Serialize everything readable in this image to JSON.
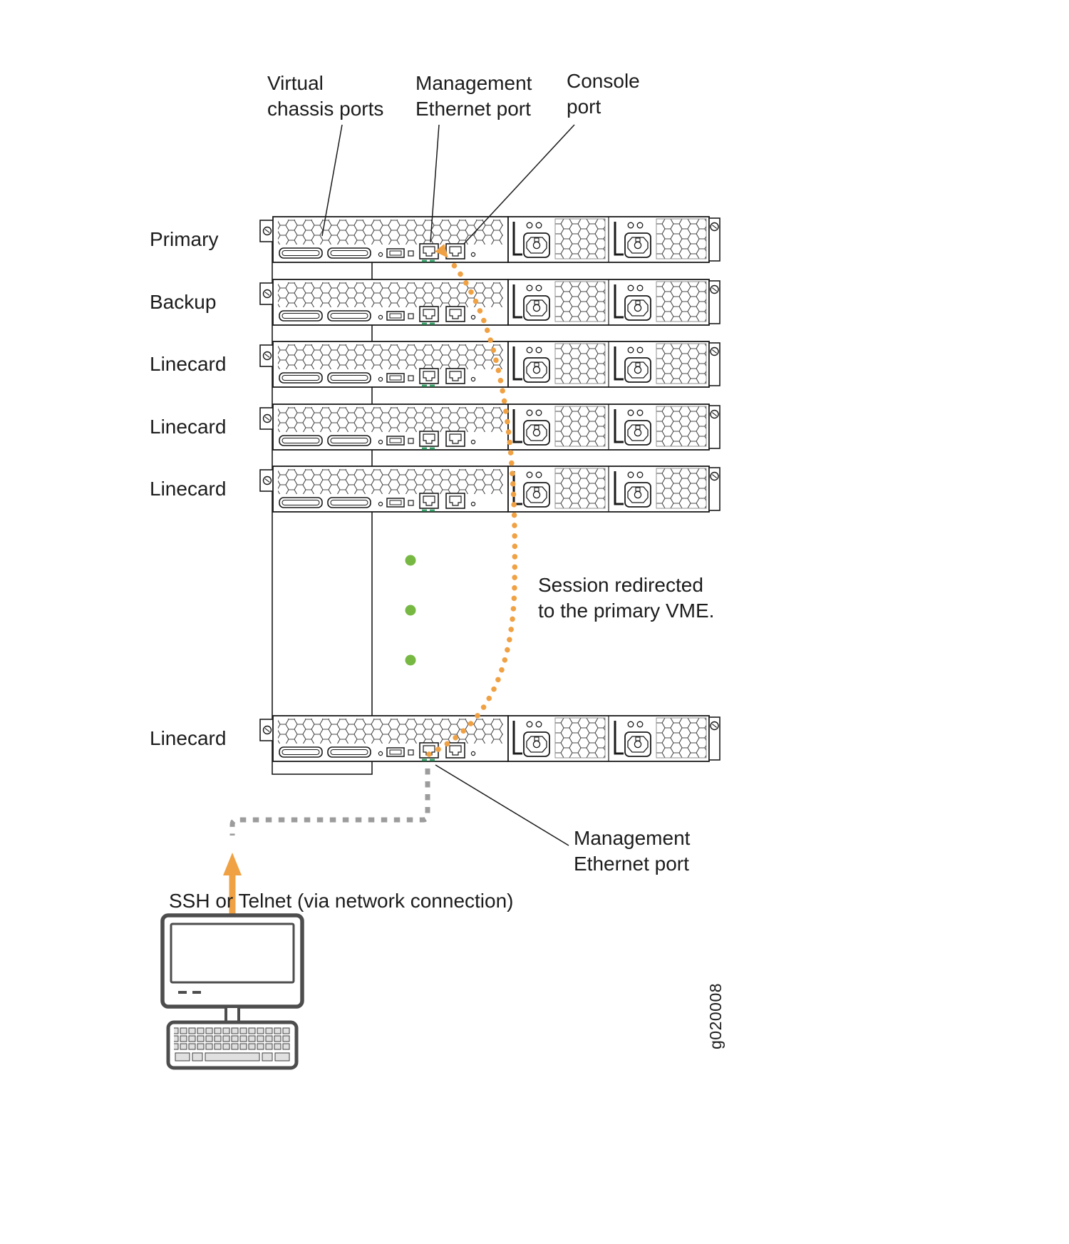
{
  "diagram": {
    "figure_id": "g020008",
    "chassis_labels": [
      "Primary",
      "Backup",
      "Linecard",
      "Linecard",
      "Linecard",
      "Linecard"
    ],
    "callouts": {
      "virtual_chassis_ports": "Virtual\nchassis ports",
      "management_ethernet_top": "Management\nEthernet port",
      "console_port": "Console\nport",
      "session_redirect": "Session redirected\nto the primary VME.",
      "management_ethernet_bottom": "Management\nEthernet port",
      "ssh_telnet": "SSH or Telnet (via network connection)"
    },
    "colors": {
      "connection_orange": "#f0a143",
      "connection_gray": "#9c9c9c",
      "dot_green": "#77b843",
      "port_led_green": "#38a26a",
      "device_gray": "#4d4d4d",
      "outline_black": "#1a1a1a"
    }
  }
}
